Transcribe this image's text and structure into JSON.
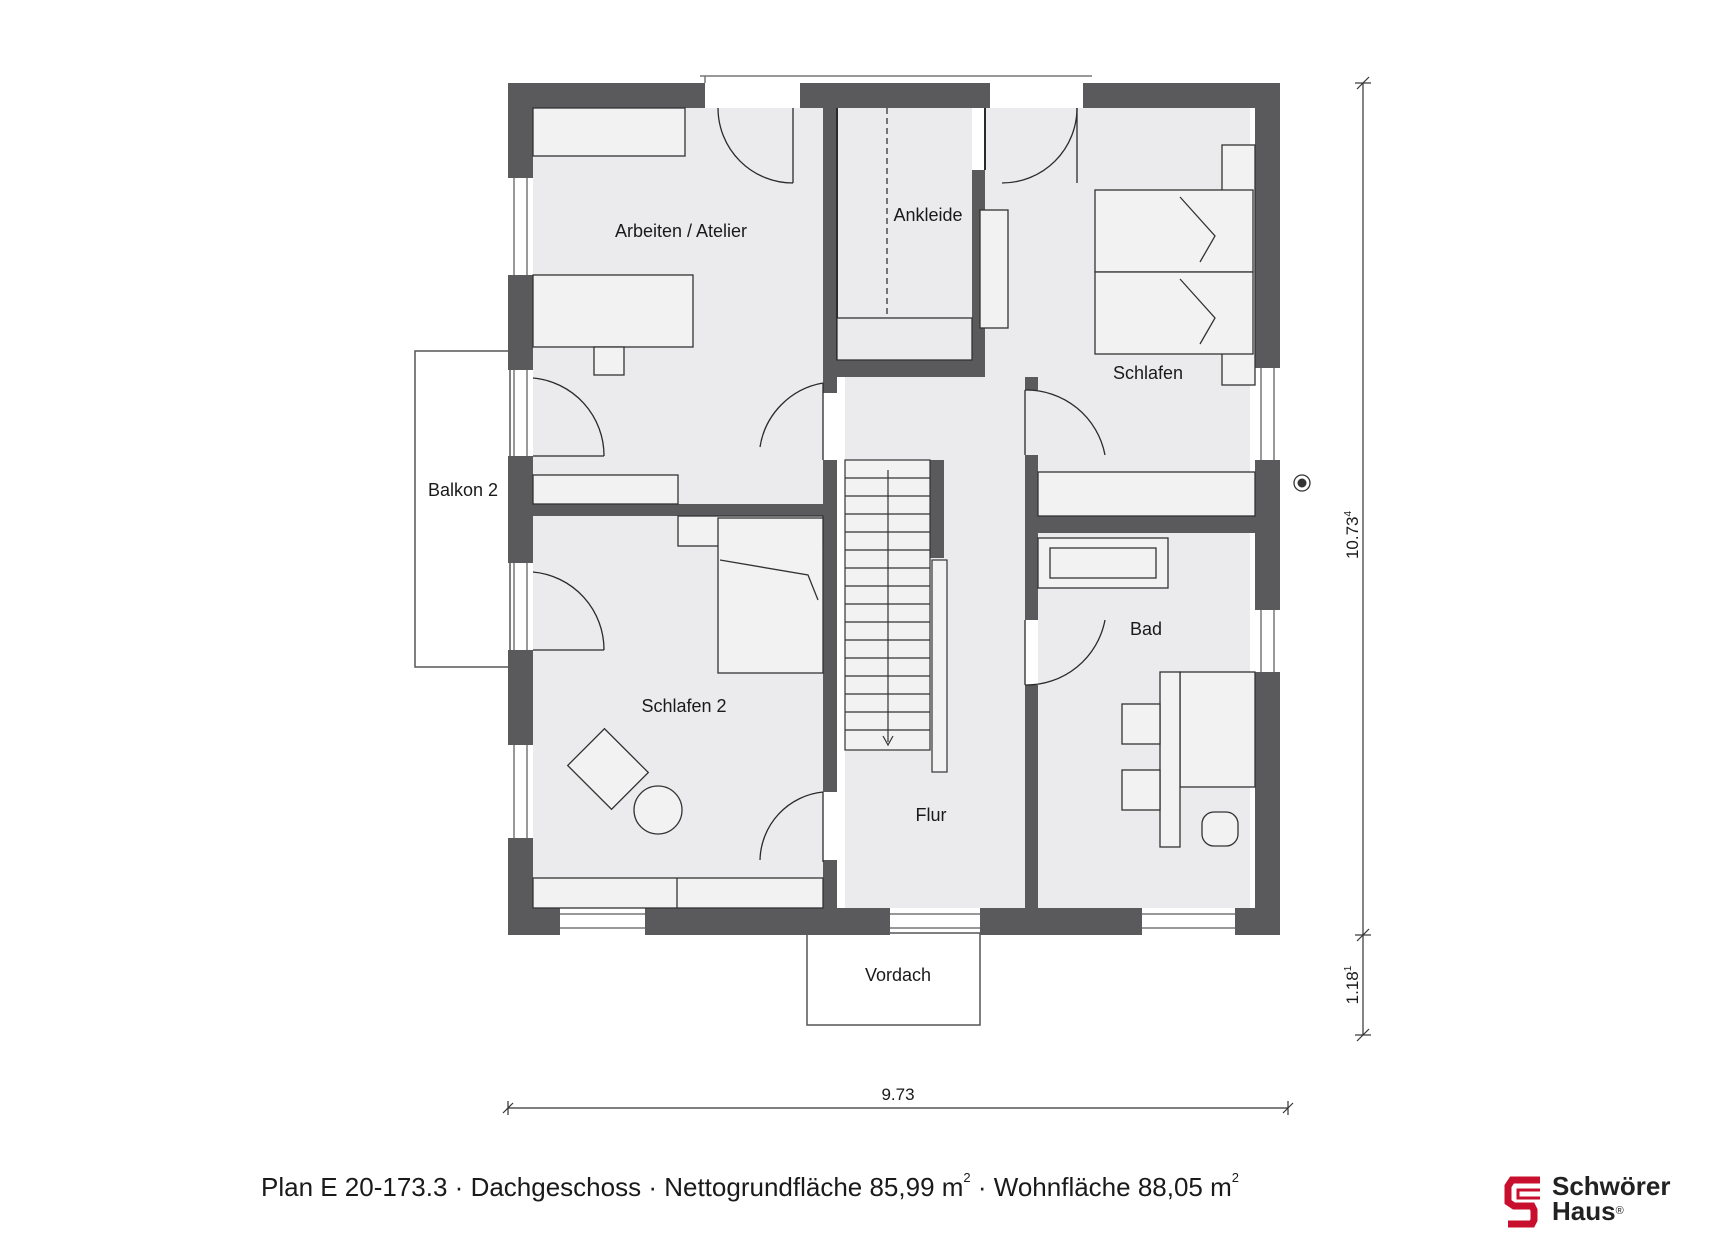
{
  "plan": {
    "rooms": {
      "arbeiten": "Arbeiten / Atelier",
      "ankleide": "Ankleide",
      "schlafen": "Schlafen",
      "balkon": "Balkon 2",
      "schlafen2": "Schlafen 2",
      "bad": "Bad",
      "flur": "Flur",
      "vordach": "Vordach"
    },
    "dimensions": {
      "height_main": "10.73",
      "height_main_sup": "4",
      "height_porch": "1.18",
      "height_porch_sup": "1",
      "width": "9.73"
    }
  },
  "caption": {
    "plan": "Plan E 20-173.3",
    "separator": " · ",
    "floor": "Dachgeschoss",
    "net_label": "Nettogrundfläche 85,99 m",
    "net_unit_sup": "2",
    "living_label": "Wohnfläche 88,05 m",
    "living_unit_sup": "2"
  },
  "logo": {
    "line1": "Schwörer",
    "line2": "Haus",
    "mark": "®"
  },
  "colors": {
    "wall": "#5a5a5c",
    "floor": "#ebebed",
    "line": "#2a2a2a",
    "logo_red": "#c8102e"
  }
}
